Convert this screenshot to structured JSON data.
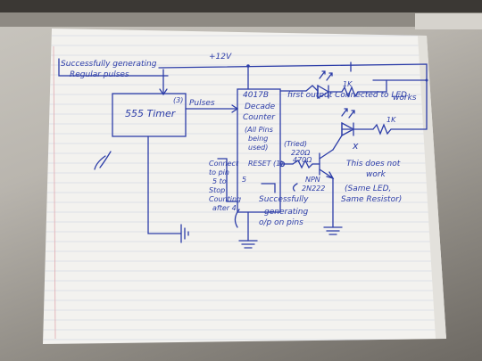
{
  "photo": {
    "subject": "hand-drawn circuit diagram on lined paper",
    "annotations": {
      "success_note_line1": "Successfully generating",
      "success_note_line2": "Regular pulses",
      "supply": "+12V",
      "timer_label": "555 Timer",
      "pin_label_timer": "(3)",
      "pulses": "Pulses",
      "ic_number": "4017B",
      "counter_line1": "Decade",
      "counter_line2": "Counter",
      "counter_note_line1": "(All Pins",
      "counter_note_line2": "being",
      "counter_note_line3": "used)",
      "reset": "RESET",
      "pin_5": "5",
      "pin_1": "(1)",
      "connect_note_line1": "Connect",
      "connect_note_line2": "to pin",
      "connect_note_line3": "5 to",
      "connect_note_line4": "Stop",
      "connect_note_line5": "Counting",
      "connect_note_line6": "after 4",
      "first_output": "first output Connected to LED",
      "works": "works",
      "resistor_1k_a": "1K",
      "resistor_1k_b": "1K",
      "base_resistor_tag": "(Tried)",
      "base_resistor_values_1": "220Ω",
      "base_resistor_values_2": "470Ω",
      "transistor_type": "NPN",
      "transistor_part": "2N222",
      "fail_note_line1": "This does not",
      "fail_note_line2": "work",
      "fail_note_line3": "(Same LED,",
      "fail_note_line4": "Same Resistor)",
      "cross_mark": "x",
      "success_note2_line1": "Successfully",
      "success_note2_line2": "generating",
      "success_note2_line3": "o/p on pins"
    }
  }
}
